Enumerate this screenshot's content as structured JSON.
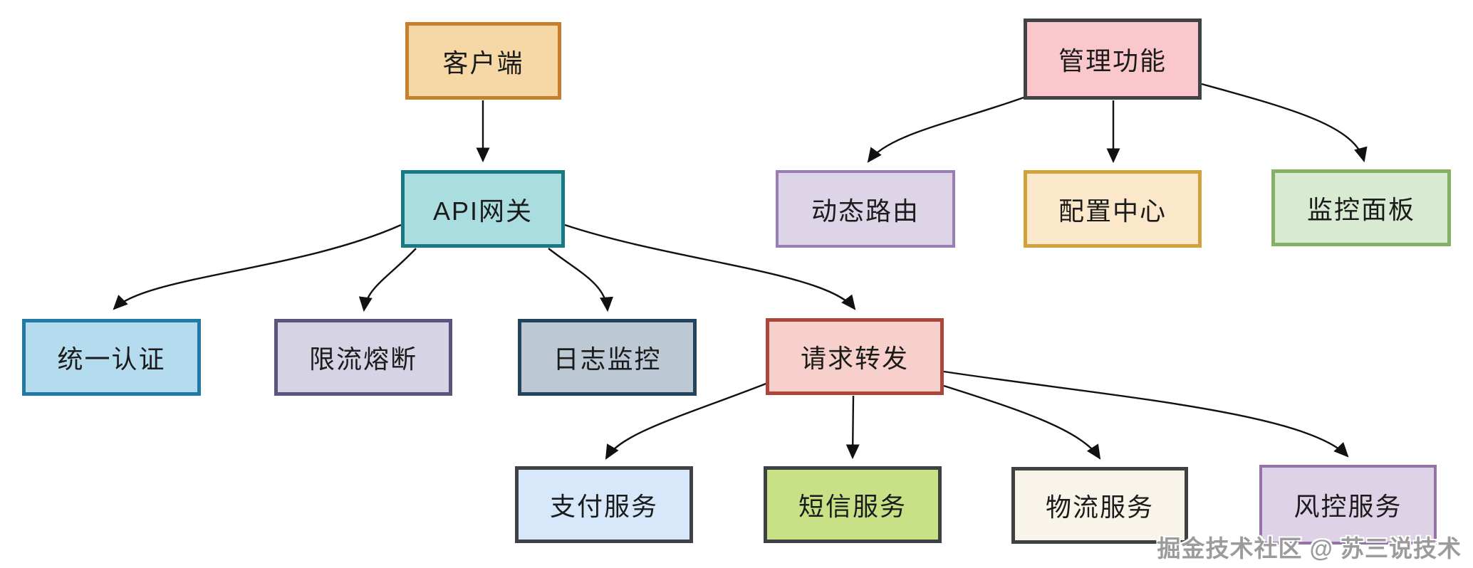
{
  "page": {
    "background": "#ffffff",
    "text_color": "#1b1b1b",
    "arrow_color": "#111111"
  },
  "watermark": {
    "text": "掘金技术社区 @ 苏三说技术",
    "color": "#9b9b9b"
  },
  "diagram": {
    "type": "flowchart",
    "nodes": [
      {
        "id": "client",
        "label": "客户端",
        "fill": "#F6D7A6",
        "border": "#C6802D"
      },
      {
        "id": "gateway",
        "label": "API网关",
        "fill": "#A9DDDF",
        "border": "#177A80"
      },
      {
        "id": "admin",
        "label": "管理功能",
        "fill": "#F9C7CC",
        "border": "#404345"
      },
      {
        "id": "dynamic-route",
        "label": "动态路由",
        "fill": "#DED4E8",
        "border": "#9A7DB2"
      },
      {
        "id": "config-center",
        "label": "配置中心",
        "fill": "#FBE7C9",
        "border": "#D2A13A"
      },
      {
        "id": "monitor-panel",
        "label": "监控面板",
        "fill": "#D9EAD3",
        "border": "#83B266"
      },
      {
        "id": "unified-auth",
        "label": "统一认证",
        "fill": "#B4DCEE",
        "border": "#2279A5"
      },
      {
        "id": "rate-limit",
        "label": "限流熔断",
        "fill": "#D6D3E5",
        "border": "#5B547E"
      },
      {
        "id": "log-monitor",
        "label": "日志监控",
        "fill": "#BCC9D4",
        "border": "#24435C"
      },
      {
        "id": "request-forward",
        "label": "请求转发",
        "fill": "#F8D0CB",
        "border": "#AE453B"
      },
      {
        "id": "payment",
        "label": "支付服务",
        "fill": "#D7E8FB",
        "border": "#3F4245"
      },
      {
        "id": "sms",
        "label": "短信服务",
        "fill": "#C8E187",
        "border": "#3F4245"
      },
      {
        "id": "logistics",
        "label": "物流服务",
        "fill": "#F8F4E9",
        "border": "#3F4245"
      },
      {
        "id": "risk",
        "label": "风控服务",
        "fill": "#DED2E7",
        "border": "#9673A6"
      }
    ],
    "edges": [
      {
        "from": "client",
        "to": "gateway"
      },
      {
        "from": "gateway",
        "to": "unified-auth"
      },
      {
        "from": "gateway",
        "to": "rate-limit"
      },
      {
        "from": "gateway",
        "to": "log-monitor"
      },
      {
        "from": "gateway",
        "to": "request-forward"
      },
      {
        "from": "admin",
        "to": "dynamic-route"
      },
      {
        "from": "admin",
        "to": "config-center"
      },
      {
        "from": "admin",
        "to": "monitor-panel"
      },
      {
        "from": "request-forward",
        "to": "payment"
      },
      {
        "from": "request-forward",
        "to": "sms"
      },
      {
        "from": "request-forward",
        "to": "logistics"
      },
      {
        "from": "request-forward",
        "to": "risk"
      }
    ]
  }
}
